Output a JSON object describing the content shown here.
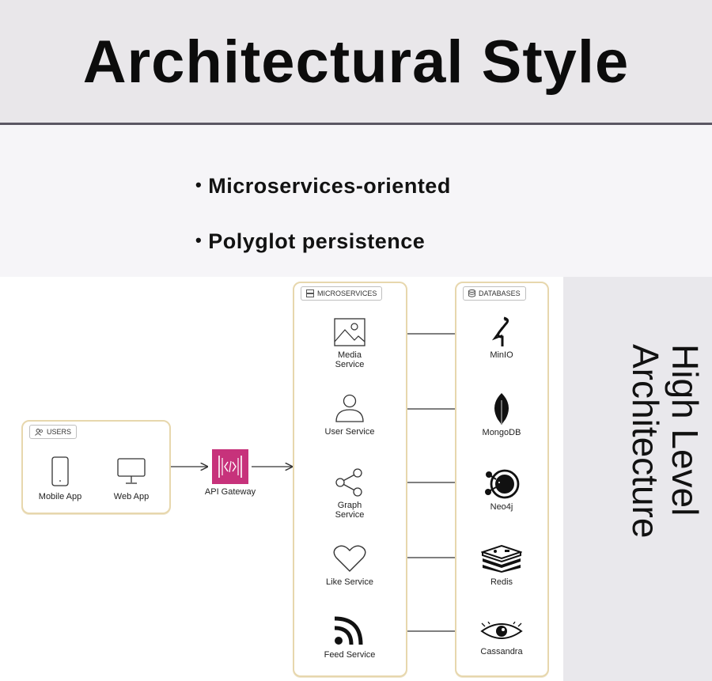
{
  "header": {
    "title": "Architectural Style"
  },
  "bullets": [
    {
      "text": "Microservices-oriented"
    },
    {
      "text": "Polyglot persistence"
    }
  ],
  "side_title": {
    "line1": "High Level",
    "line2": "Architecture"
  },
  "diagram": {
    "users_group": {
      "label": "USERS",
      "clients": [
        {
          "label": "Mobile App",
          "icon": "mobile-icon"
        },
        {
          "label": "Web App",
          "icon": "monitor-icon"
        }
      ]
    },
    "gateway": {
      "label": "API Gateway",
      "icon": "api-gateway-icon",
      "color": "#c7327b"
    },
    "microservices_group": {
      "label": "MICROSERVICES",
      "services": [
        {
          "label_line1": "Media",
          "label_line2": "Service",
          "icon": "image-icon"
        },
        {
          "label_line1": "User Service",
          "label_line2": "",
          "icon": "user-icon"
        },
        {
          "label_line1": "Graph",
          "label_line2": "Service",
          "icon": "share-icon"
        },
        {
          "label_line1": "Like Service",
          "label_line2": "",
          "icon": "heart-icon"
        },
        {
          "label_line1": "Feed Service",
          "label_line2": "",
          "icon": "rss-icon"
        }
      ]
    },
    "databases_group": {
      "label": "DATABASES",
      "databases": [
        {
          "label": "MinIO",
          "icon": "minio-icon"
        },
        {
          "label": "MongoDB",
          "icon": "mongodb-leaf-icon"
        },
        {
          "label": "Neo4j",
          "icon": "neo4j-icon"
        },
        {
          "label": "Redis",
          "icon": "redis-icon"
        },
        {
          "label": "Cassandra",
          "icon": "cassandra-eye-icon"
        }
      ]
    },
    "colors": {
      "group_border": "#e7d7ad",
      "line": "#333333"
    }
  }
}
